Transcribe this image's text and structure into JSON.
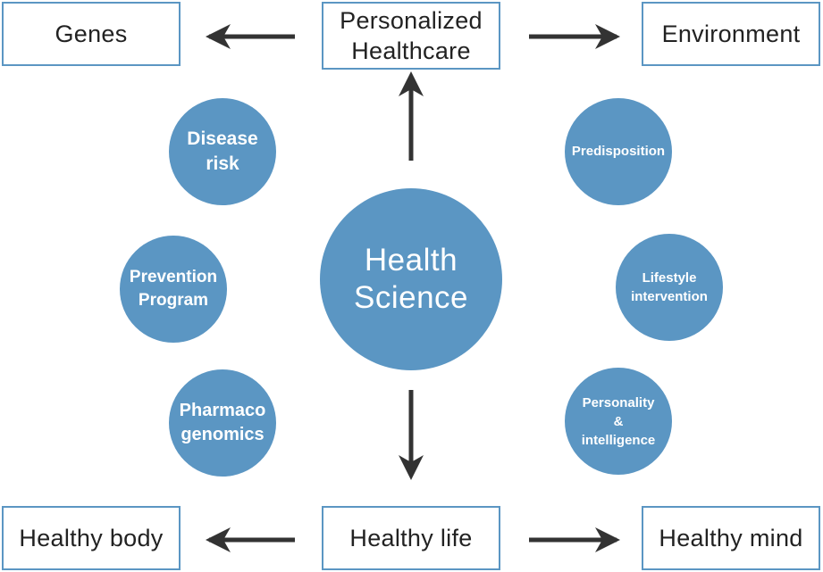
{
  "boxes": {
    "genes": "Genes",
    "personalized": [
      "Personalized",
      "Healthcare"
    ],
    "environment": "Environment",
    "healthy_body": "Healthy body",
    "healthy_life": "Healthy life",
    "healthy_mind": "Healthy mind"
  },
  "center": [
    "Health",
    "Science"
  ],
  "left_circles": [
    [
      "Disease",
      "risk"
    ],
    [
      "Prevention",
      "Program"
    ],
    [
      "Pharmaco",
      "genomics"
    ]
  ],
  "right_circles": [
    [
      "Predisposition"
    ],
    [
      "Lifestyle",
      "intervention"
    ],
    [
      "Personality",
      "&",
      "intelligence"
    ]
  ],
  "colors": {
    "accent": "#5b96c3",
    "arrow": "#333333",
    "text": "#222222"
  }
}
